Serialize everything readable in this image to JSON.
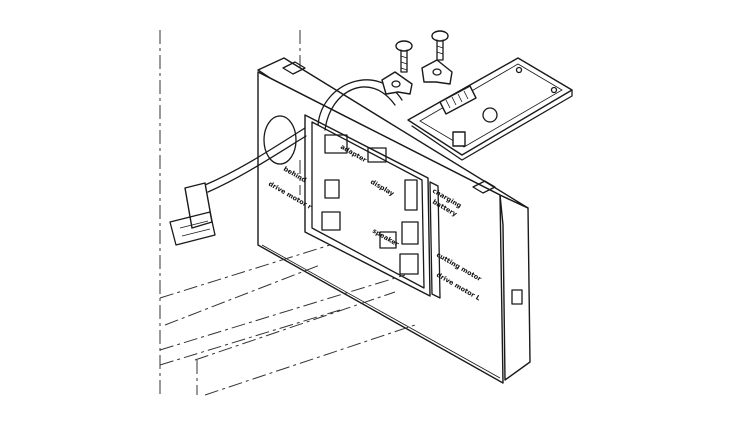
{
  "labels": {
    "adapter": "adapter",
    "behind": "behind",
    "drive_motor_r": "drive motor r",
    "display": "display",
    "charging": "charging",
    "battery": "battery",
    "speaker": "speaker",
    "cutting_motor": "cutting motor",
    "drive_motor_l": "drive motor L"
  }
}
